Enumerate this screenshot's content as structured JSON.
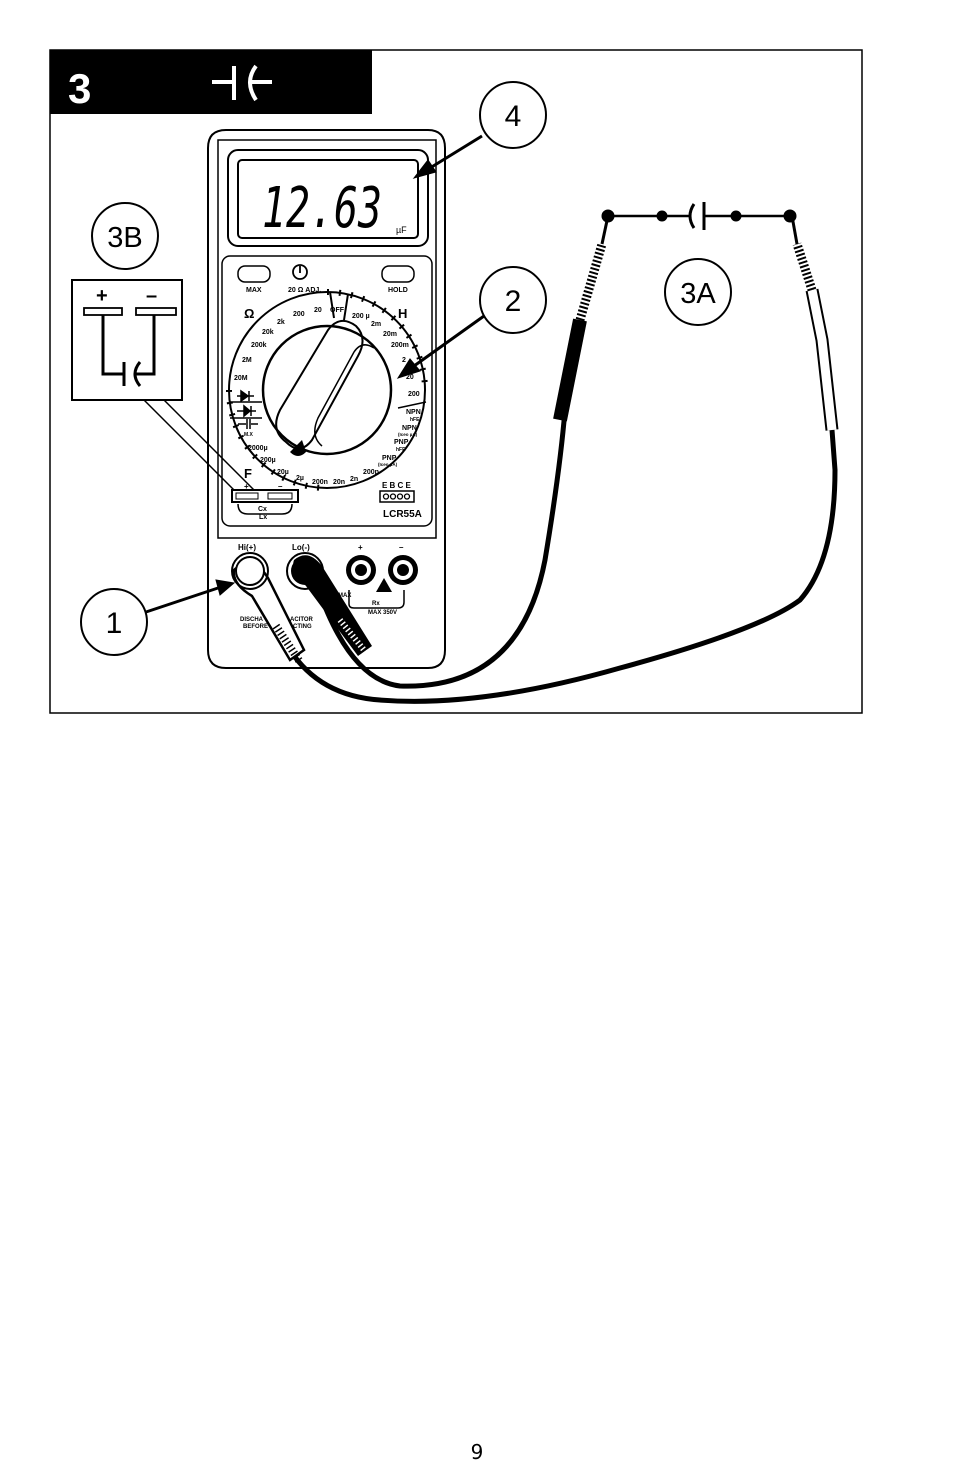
{
  "step": {
    "number": "3"
  },
  "callouts": {
    "c1": "1",
    "c2": "2",
    "c3a": "3A",
    "c3b": "3B",
    "c4": "4"
  },
  "display": {
    "reading": "12.63",
    "unit": "µF"
  },
  "buttons": {
    "max": "MAX",
    "zero_adj": "20 Ω ADJ.",
    "hold": "HOLD"
  },
  "dial": {
    "ohm_symbol": "Ω",
    "henry_symbol": "H",
    "farad_symbol": "F",
    "r_2k": "2k",
    "r_200": "200",
    "r_20": "20",
    "off": "OFF",
    "r_20k": "20k",
    "r_200k": "200k",
    "r_2M": "2M",
    "r_20M": "20M",
    "h_200u": "200 µ",
    "h_2m": "2m",
    "h_20m": "20m",
    "h_200m": "200m",
    "h_2": "2",
    "h_20": "20",
    "h_200": "200",
    "mode_npn_hfe": "NPN",
    "hfe_1": "hFE",
    "mode_npn_iceo": "NPN",
    "iceo_1": "(Iceo µA)",
    "mode_pnp_hfe": "PNP",
    "hfe_2": "hFE",
    "mode_pnp_iceo": "PNP",
    "iceo_2": "(Iceo µA)",
    "c_2000u": "2000µ",
    "c_200u": "200µ",
    "c_20u": "20µ",
    "c_2u": "2µ",
    "c_200n": "200n",
    "c_20n": "20n",
    "c_2n": "2n",
    "c_200p": "200p",
    "mx_mark": "M.X"
  },
  "sockets": {
    "plus": "+",
    "minus": "–",
    "cx": "Cx",
    "lx": "Lx",
    "transistor_pins": "E B C E",
    "model": "LCR55A"
  },
  "jacks": {
    "hi": "Hi(+)",
    "lo": "Lo(-)",
    "plus": "+",
    "minus": "–",
    "max_label": "MAX",
    "rx_label": "Rx",
    "max_voltage": "MAX 350V",
    "discharge_line1": "DISCHA",
    "capacitor_line1": "ACITOR",
    "discharge_line2": "BEFORE",
    "capacitor_line2": "CTING"
  },
  "inset_3b": {
    "plus": "+",
    "minus": "–"
  },
  "page_number": "9"
}
